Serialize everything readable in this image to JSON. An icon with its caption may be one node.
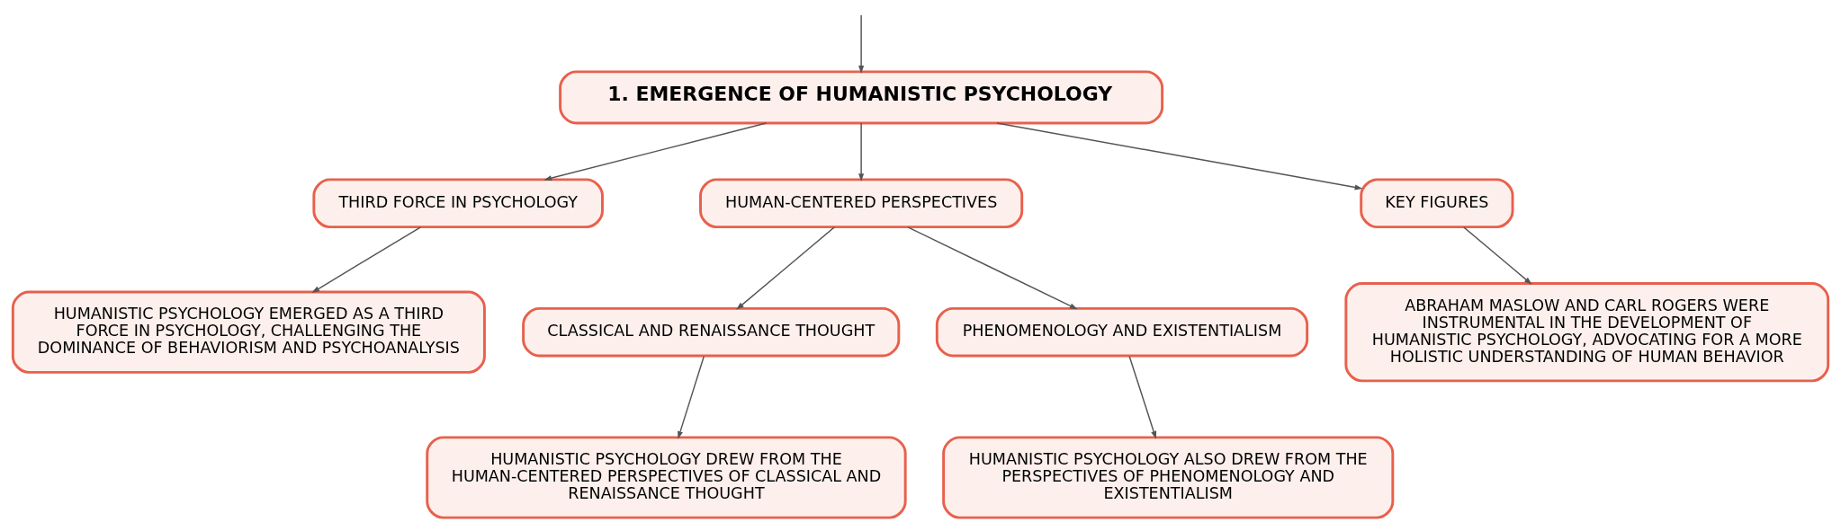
{
  "diagram": {
    "nodes": [
      {
        "text": [
          "1. EMERGENCE OF HUMANISTIC PSYCHOLOGY"
        ]
      },
      {
        "text": [
          "THIRD FORCE IN PSYCHOLOGY"
        ]
      },
      {
        "text": [
          "HUMAN-CENTERED PERSPECTIVES"
        ]
      },
      {
        "text": [
          "KEY FIGURES"
        ]
      },
      {
        "text": [
          "HUMANISTIC PSYCHOLOGY EMERGED AS A THIRD FORCE IN PSYCHOLOGY, CHALLENGING THE DOMINANCE OF BEHAVIORISM AND PSYCHOANALYSIS"
        ]
      },
      {
        "text": [
          "CLASSICAL AND RENAISSANCE THOUGHT"
        ]
      },
      {
        "text": [
          "PHENOMENOLOGY AND EXISTENTIALISM"
        ]
      },
      {
        "text": [
          "HUMANISTIC PSYCHOLOGY DREW FROM THE HUMAN-CENTERED PERSPECTIVES OF CLASSICAL AND RENAISSANCE THOUGHT"
        ]
      },
      {
        "text": [
          "HUMANISTIC PSYCHOLOGY ALSO DREW FROM THE PERSPECTIVES OF PHENOMENOLOGY AND EXISTENTIALISM"
        ]
      },
      {
        "text": [
          "ABRAHAM MASLOW AND CARL ROGERS WERE INSTRUMENTAL IN THE DEVELOPMENT OF HUMANISTIC PSYCHOLOGY, ADVOCATING FOR A MORE HOLISTIC UNDERSTANDING OF HUMAN BEHAVIOR"
        ]
      }
    ],
    "edges": [
      {
        "from": null,
        "to": 0,
        "arrow": "to"
      },
      {
        "from": 0,
        "to": 1,
        "arrow": "to"
      },
      {
        "from": 0,
        "to": 2,
        "arrow": "to"
      },
      {
        "from": 0,
        "to": 3,
        "arrow": "to"
      },
      {
        "from": 1,
        "to": 4,
        "arrow": "to"
      },
      {
        "from": 2,
        "to": 5,
        "arrow": "to"
      },
      {
        "from": 2,
        "to": 6,
        "arrow": "to"
      },
      {
        "from": 5,
        "to": 7,
        "arrow": "to"
      },
      {
        "from": 6,
        "to": 8,
        "arrow": "to"
      },
      {
        "from": 3,
        "to": 9,
        "arrow": "to"
      }
    ]
  }
}
